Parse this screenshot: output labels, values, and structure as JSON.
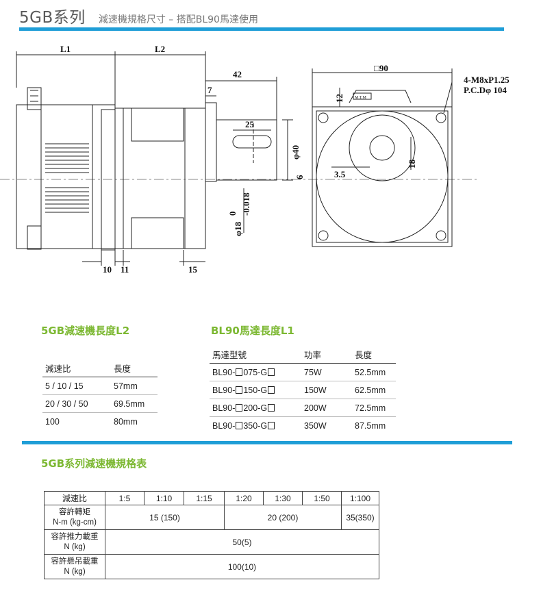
{
  "header": {
    "series": "5GB系列",
    "subtitle": "減速機規格尺寸 – 搭配BL90馬達使用"
  },
  "drawing": {
    "L1": "L1",
    "L2": "L2",
    "d42": "42",
    "d7": "7",
    "d25": "25",
    "d40": "φ40",
    "d6": "6",
    "shaft": "φ18",
    "tol_upper": "0",
    "tol_lower": "-0.018",
    "d10": "10",
    "d11": "11",
    "d15": "15",
    "square": "□90",
    "d12": "12",
    "mtm": "M.T.M",
    "d18": "18",
    "d35": "3.5",
    "bolt": "4-M8xP1.25",
    "pcd": "P.C.Dφ 104"
  },
  "l2_table": {
    "title": "5GB減速機長度L2",
    "headers": [
      "減速比",
      "長度"
    ],
    "rows": [
      [
        "5 / 10 / 15",
        "57mm"
      ],
      [
        "20 / 30 / 50",
        "69.5mm"
      ],
      [
        "100",
        "80mm"
      ]
    ]
  },
  "l1_table": {
    "title": "BL90馬達長度L1",
    "headers": [
      "馬達型號",
      "功率",
      "長度"
    ],
    "rows": [
      {
        "pre": "BL90-",
        "mid": "075-G",
        "power": "75W",
        "len": "52.5mm"
      },
      {
        "pre": "BL90-",
        "mid": "150-G",
        "power": "150W",
        "len": "62.5mm"
      },
      {
        "pre": "BL90-",
        "mid": "200-G",
        "power": "200W",
        "len": "72.5mm"
      },
      {
        "pre": "BL90-",
        "mid": "350-G",
        "power": "350W",
        "len": "87.5mm"
      }
    ]
  },
  "spec": {
    "title": "5GB系列減速機規格表",
    "ratio_label": "減速比",
    "ratios": [
      "1:5",
      "1:10",
      "1:15",
      "1:20",
      "1:30",
      "1:50",
      "1:100"
    ],
    "torque_label1": "容許轉矩",
    "torque_label2": "N-m (kg-cm)",
    "torque_a": "15 (150)",
    "torque_b": "20 (200)",
    "torque_c": "35(350)",
    "thrust_label1": "容許推力載重",
    "thrust_label2": "N (kg)",
    "thrust": "50(5)",
    "radial_label1": "容許懸吊載重",
    "radial_label2": "N (kg)",
    "radial": "100(10)"
  }
}
